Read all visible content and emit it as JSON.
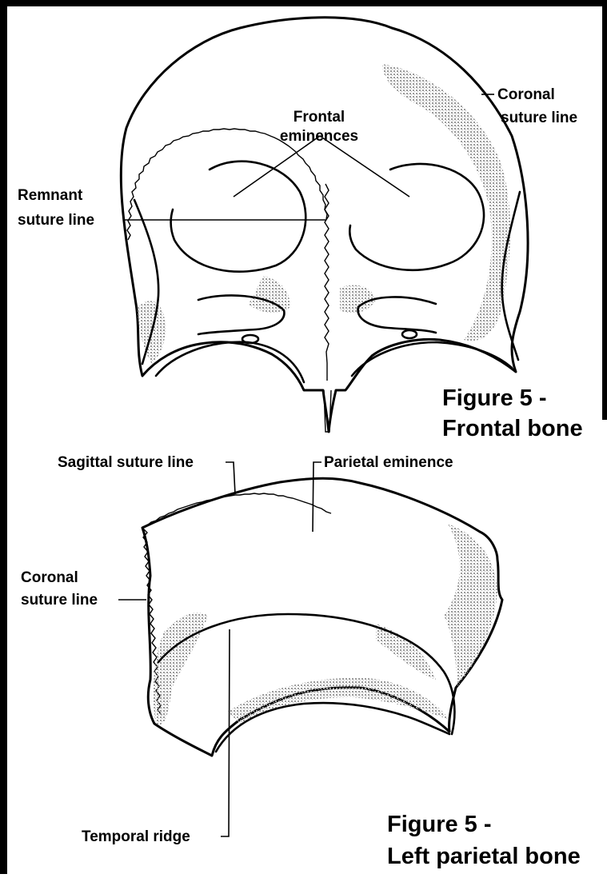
{
  "figure_frontal": {
    "caption_line1": "Figure 5 -",
    "caption_line2": "Frontal bone",
    "labels": {
      "frontal_eminences_1": "Frontal",
      "frontal_eminences_2": "eminences",
      "coronal_suture_1": "Coronal",
      "coronal_suture_2": "suture line",
      "remnant_suture_1": "Remnant",
      "remnant_suture_2": "suture line"
    }
  },
  "figure_parietal": {
    "caption_line1": "Figure 5 -",
    "caption_line2": "Left parietal bone",
    "labels": {
      "sagittal_suture": "Sagittal suture line",
      "parietal_eminence": "Parietal eminence",
      "coronal_suture_1": "Coronal",
      "coronal_suture_2": "suture line",
      "temporal_ridge": "Temporal ridge"
    }
  },
  "colors": {
    "line": "#000000",
    "shading": "#9a9a9a",
    "background": "#ffffff"
  }
}
